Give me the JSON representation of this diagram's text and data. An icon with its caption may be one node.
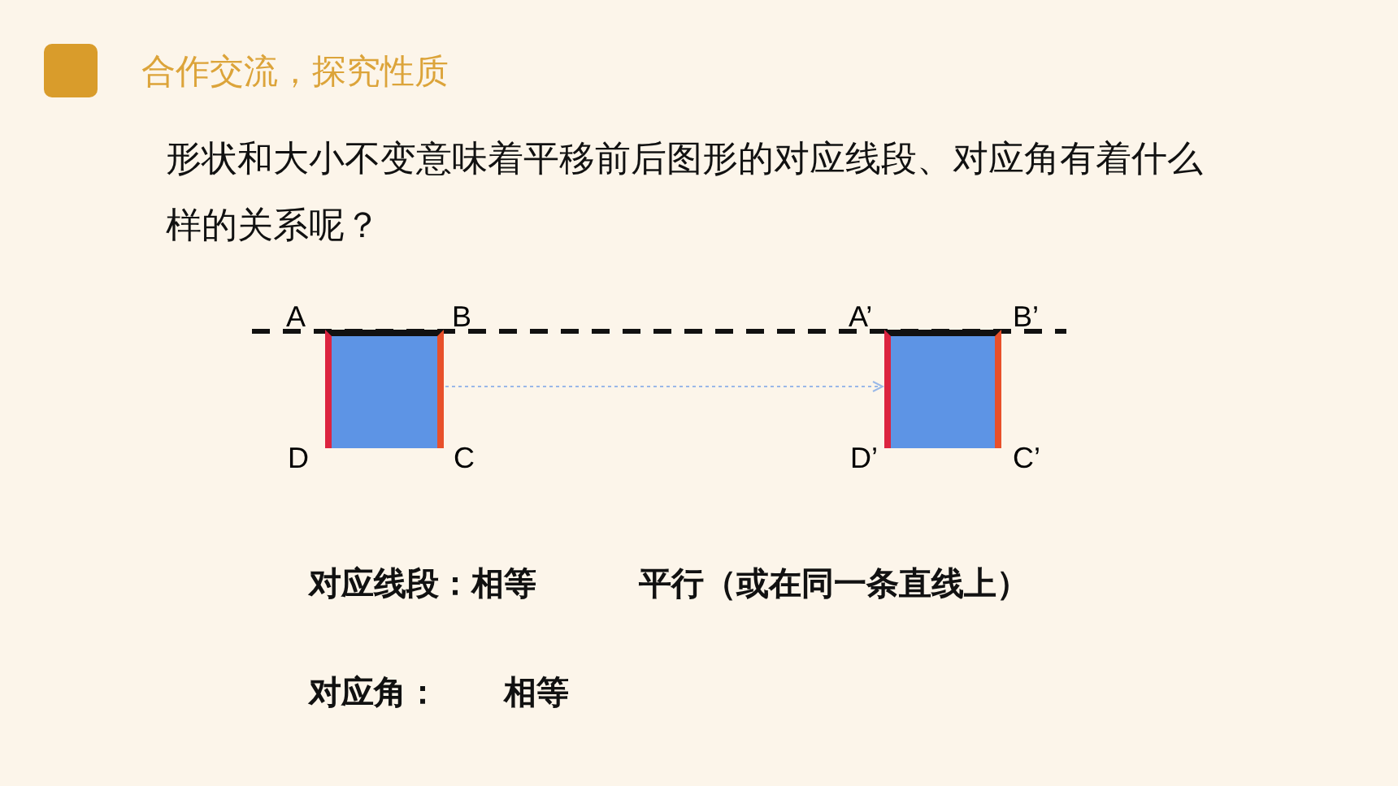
{
  "diagram": {
    "title": "合作交流，探究性质",
    "nodes": [
      {
        "text": [],
        "shape": "box"
      },
      {
        "text": [],
        "shape": "box"
      }
    ],
    "edges": [
      {
        "from": 0,
        "to": 1,
        "arrow": "to",
        "style": "dashed",
        "color": "#9ab8e8"
      }
    ],
    "labels": [
      "形状和大小不变意味着平移前后图形的对应线段、对应角有着什么样的关系呢？",
      "A",
      "B",
      "A’",
      "B’",
      "D",
      "C",
      "D’",
      "C’",
      "对应线段：相等",
      "平行（或在同一条直线上）",
      "对应角：",
      "相等"
    ]
  }
}
